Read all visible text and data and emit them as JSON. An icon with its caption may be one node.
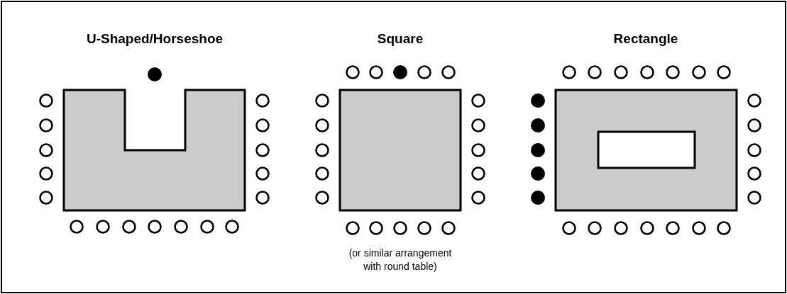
{
  "diagram": {
    "nodes": [
      {
        "text": [],
        "shape": "box"
      },
      {
        "text": [],
        "shape": "box"
      },
      {
        "text": [],
        "shape": "box"
      }
    ],
    "labels": [
      "U-Shaped/Horseshoe",
      "Square",
      "Rectangle",
      "(or similar arrangement with round table)"
    ]
  }
}
